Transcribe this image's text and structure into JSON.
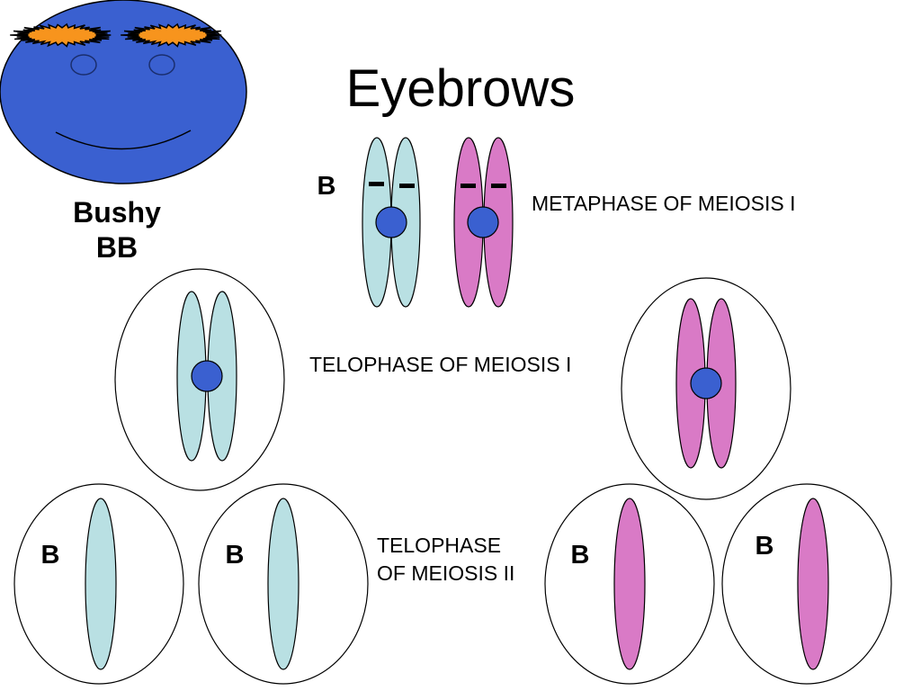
{
  "slide": {
    "title": "Eyebrows",
    "phenotype": {
      "trait": "Bushy",
      "genotype": "BB"
    }
  },
  "colors": {
    "face": "#3a60d0",
    "eyebrow": "#f7941d",
    "chromosome_paternal": "#b9e0e3",
    "chromosome_maternal": "#d97ac6",
    "centromere": "#3a60d0"
  },
  "stages": {
    "metaphase_1": {
      "label": "METAPHASE OF MEIOSIS I",
      "allele": "B"
    },
    "telophase_1": {
      "label": "TELOPHASE OF MEIOSIS I"
    },
    "telophase_2": {
      "label_line1": "TELOPHASE",
      "label_line2": "OF MEIOSIS II",
      "gametes": [
        {
          "allele": "B",
          "color": "paternal"
        },
        {
          "allele": "B",
          "color": "paternal"
        },
        {
          "allele": "B",
          "color": "maternal"
        },
        {
          "allele": "B",
          "color": "maternal"
        }
      ]
    }
  }
}
